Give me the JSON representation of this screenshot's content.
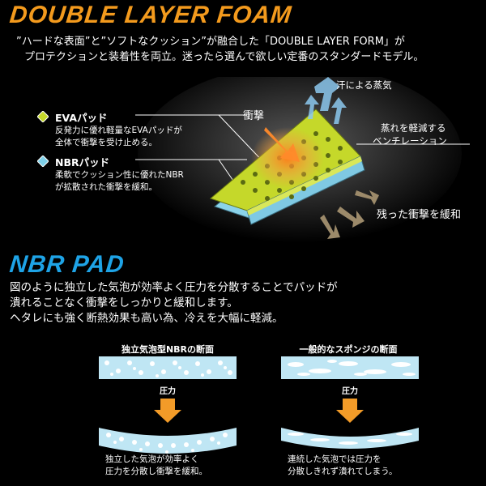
{
  "title": "DOUBLE LAYER FOAM",
  "intro": {
    "line1": "”ハードな表面”と”ソフトなクッション”が融合した「DOUBLE LAYER FORM」が",
    "line2": "プロテクションと装着性を両立。迷ったら選んで欲しい定番のスタンダードモデル。"
  },
  "eva": {
    "head": "EVAパッド",
    "line1": "反発力に優れ軽量なEVAパッドが",
    "line2": "全体で衝撃を受け止める。",
    "color": "#c5d82a"
  },
  "nbr": {
    "head": "NBRパッド",
    "line1": "柔軟でクッション性に優れたNBR",
    "line2": "が拡散された衝撃を緩和。",
    "color": "#7fd0e8"
  },
  "labels": {
    "steam": "汗による蒸気",
    "impact": "衝撃",
    "vent1": "蒸れを軽減する",
    "vent2": "ベンチレーション",
    "residual": "残った衝撃を緩和"
  },
  "nbr_section": {
    "title": "NBR PAD",
    "line1": "図のように独立した気泡が効率よく圧力を分散することでパッドが",
    "line2": "潰れることなく衝撃をしっかりと緩和します。",
    "line3": "ヘタレにも強く断熱効果も高い為、冷えを大幅に軽減。"
  },
  "compare": {
    "left_title": "独立気泡型NBRの断面",
    "right_title": "一般的なスポンジの断面",
    "pressure": "圧力",
    "left_cap1": "独立した気泡が効率よく",
    "left_cap2": "圧力を分散し衝撃を緩和。",
    "right_cap1": "連続した気泡では圧力を",
    "right_cap2": "分散しきれず潰れてしまう。"
  },
  "colors": {
    "title_orange": "#f39a1d",
    "title_blue": "#1ea3e6",
    "arrow_orange": "#f29b28",
    "foam_blue": "#b9e3f2"
  }
}
